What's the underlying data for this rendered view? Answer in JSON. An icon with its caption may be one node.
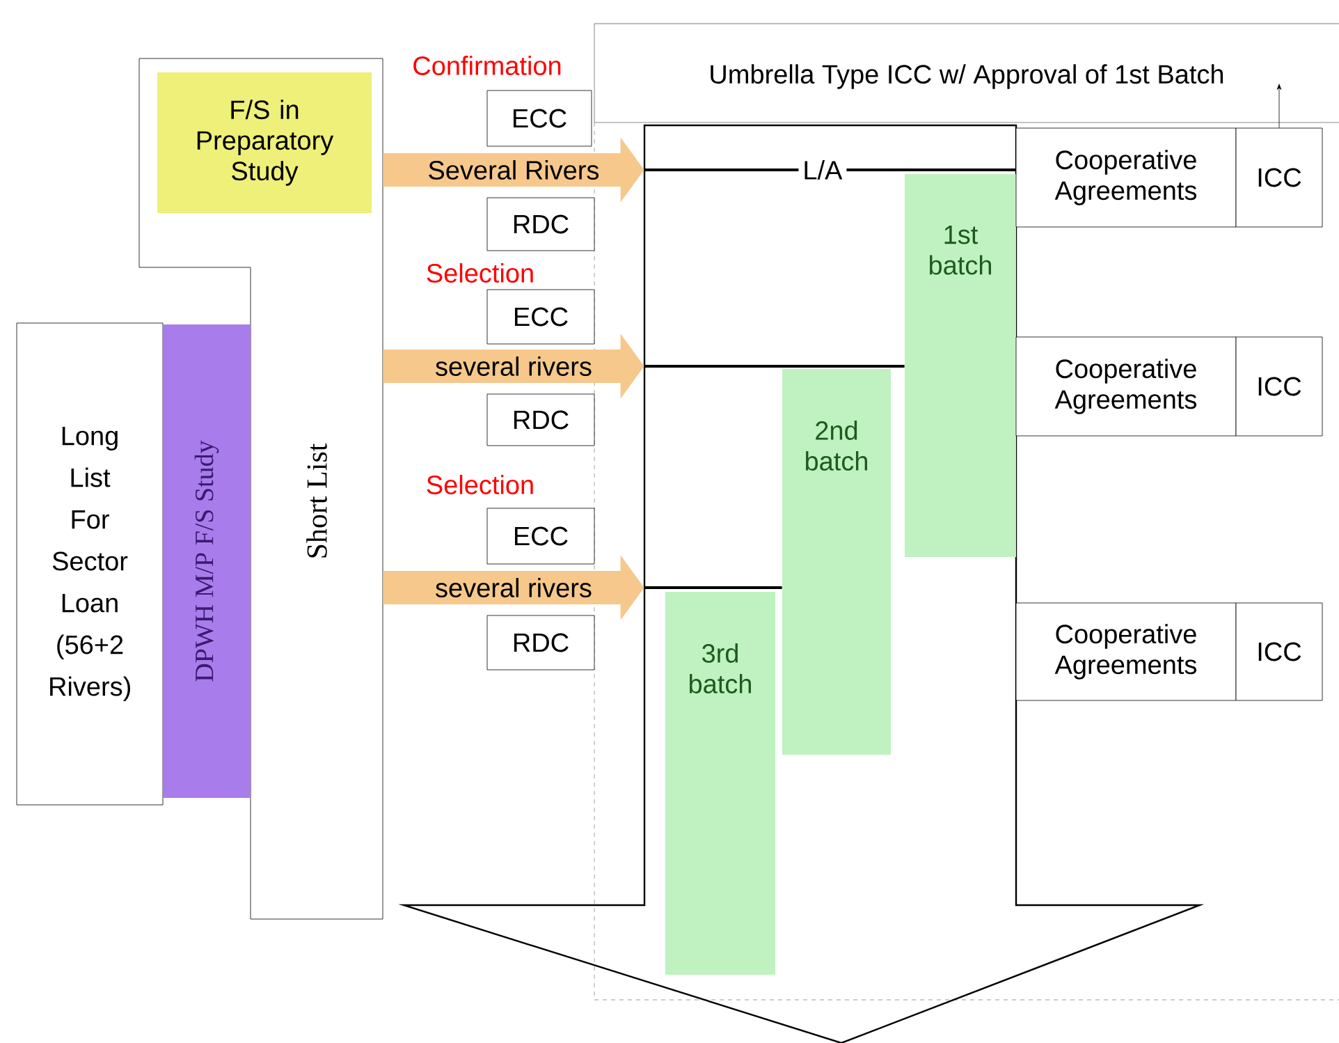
{
  "diagram": {
    "nodes": [
      {
        "text": [
          "Umbrella Type ICC w/ Approval of 1st Batch"
        ]
      },
      {
        "text": [
          "Short List"
        ]
      },
      {
        "text": [
          "F/S in Preparatory Study"
        ],
        "in": 1
      },
      {
        "text": [
          "Long List For Sector Loan (56+2 Rivers)"
        ]
      },
      {
        "text": [
          "DPWH M/P F/S Study"
        ]
      },
      {
        "text": [
          "ECC"
        ]
      },
      {
        "text": [
          "RDC"
        ]
      },
      {
        "text": [
          "ECC"
        ]
      },
      {
        "text": [
          "RDC"
        ]
      },
      {
        "text": [
          "ECC"
        ]
      },
      {
        "text": [
          "RDC"
        ]
      },
      {
        "text": [],
        "shape": "arrow"
      },
      {
        "text": [
          "1st batch"
        ],
        "in": 11
      },
      {
        "text": [
          "2nd batch"
        ],
        "in": 11
      },
      {
        "text": [
          "3rd batch"
        ],
        "in": 11
      },
      {
        "text": [
          "Cooperative Agreements"
        ]
      },
      {
        "text": [
          "ICC"
        ]
      },
      {
        "text": [
          "Cooperative Agreements"
        ]
      },
      {
        "text": [
          "ICC"
        ]
      },
      {
        "text": [
          "Cooperative Agreements"
        ]
      },
      {
        "text": [
          "ICC"
        ]
      }
    ],
    "edges": [
      {
        "from": 1,
        "to": 11,
        "arrow": "to",
        "label": "Several Rivers",
        "style": "thick",
        "color": "#f6c88c"
      },
      {
        "from": 1,
        "to": 11,
        "arrow": "to",
        "label": "several rivers",
        "style": "thick",
        "color": "#f6c88c"
      },
      {
        "from": 1,
        "to": 11,
        "arrow": "to",
        "label": "several rivers",
        "style": "thick",
        "color": "#f6c88c"
      },
      {
        "from": 11,
        "to": 15,
        "arrow": "none",
        "label": "L/A"
      },
      {
        "from": 11,
        "to": 12,
        "arrow": "none"
      },
      {
        "from": 11,
        "to": 13,
        "arrow": "none"
      },
      {
        "from": 16,
        "to": 0,
        "arrow": "to"
      }
    ],
    "labels": [
      "Confirmation",
      "Selection",
      "Selection"
    ]
  }
}
